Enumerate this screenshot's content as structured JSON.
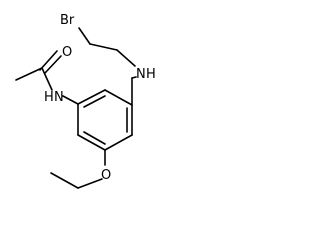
{
  "structure": {
    "atom_labels": {
      "oxygen_carbonyl": "O",
      "nitrogen_amide": "N",
      "hydrogen_amide": "H",
      "nitrogen_amine": "N",
      "hydrogen_amine": "H",
      "bromine": "Br",
      "oxygen_ether": "O"
    }
  },
  "colors": {
    "background": "#ffffff",
    "bond": "#000000",
    "label": "#000000"
  }
}
